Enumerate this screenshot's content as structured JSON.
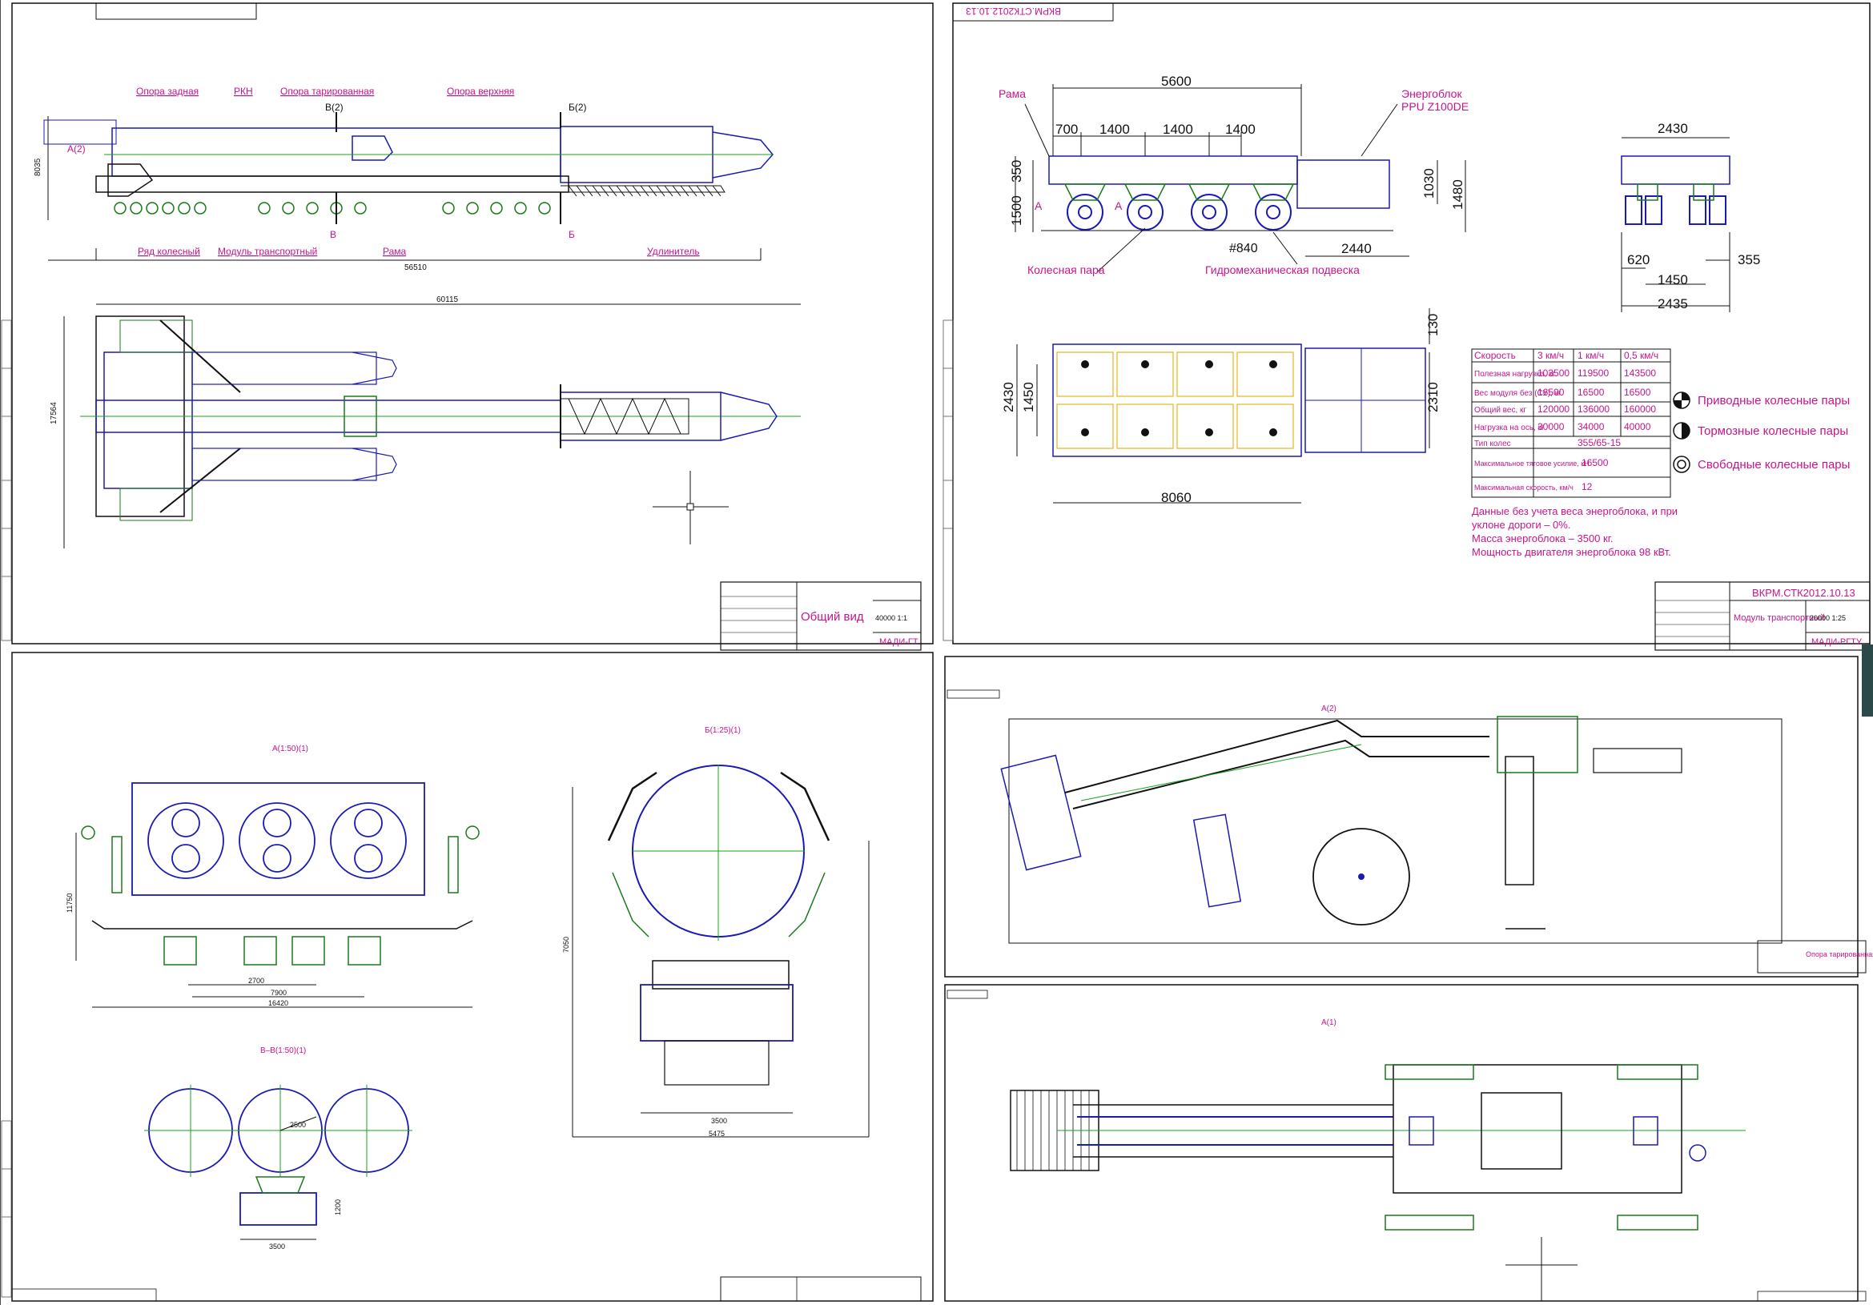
{
  "sheets": {
    "general": {
      "labels": {
        "rear_support": "Опора задная",
        "rkn": "РКН",
        "tared_support": "Опора тарированная",
        "upper_support": "Опора верхняя",
        "wheel_row": "Ряд колесный",
        "transport_module": "Модуль транспортный",
        "frame": "Рама",
        "extender": "Удлинитель",
        "section_a": "А(2)",
        "section_b1": "Б(2)",
        "section_v1": "В(2)",
        "mark_v": "В",
        "mark_b": "Б"
      },
      "dims": {
        "length": "56510",
        "height": "8035",
        "total_length": "60115",
        "width": "17564"
      },
      "title_block": {
        "name": "Общий вид",
        "org": "МАДИ-ГТ",
        "scale": "40000 1:1"
      }
    },
    "module": {
      "doc_id": "ВКРМ.СТК2012.10.13",
      "labels": {
        "frame": "Рама",
        "powerpack": "Энергоблок",
        "powerpack_model": "PPU Z100DE",
        "wheel_pair": "Колесная пара",
        "suspension": "Гидромеханическая подвеска",
        "mark_a1": "А",
        "mark_a2": "А",
        "diameter": "#840"
      },
      "dims": {
        "overall": "5600",
        "d700": "700",
        "d1400a": "1400",
        "d1400b": "1400",
        "d1400c": "1400",
        "h1500": "1500",
        "h350": "350",
        "h1030": "1030",
        "h1480": "1480",
        "d2440": "2440",
        "w2430": "2430",
        "w620": "620",
        "w355": "355",
        "w1450": "1450",
        "w2435": "2435",
        "plan_w2430": "2430",
        "plan_w1450": "1450",
        "plan_len": "8060",
        "plan_130": "130",
        "plan_2310": "2310"
      },
      "table": {
        "header": [
          "Скорость",
          "3 км/ч",
          "1 км/ч",
          "0,5 км/ч"
        ],
        "rows": [
          [
            "Полезная нагрузка, кг",
            "103500",
            "119500",
            "143500"
          ],
          [
            "Вес модуля без (СУ), кг",
            "16500",
            "16500",
            "16500"
          ],
          [
            "Общий вес, кг",
            "120000",
            "136000",
            "160000"
          ],
          [
            "Нагрузка на ось, кг",
            "30000",
            "34000",
            "40000"
          ]
        ],
        "tire_label": "Тип колес",
        "tire_value": "355/65-15",
        "traction_label": "Максимальное тяговое усилие, кН",
        "traction_value": "16500",
        "speed_label": "Максимальная скорость, км/ч",
        "speed_value": "12"
      },
      "legend": {
        "drive": "Приводные колесные пары",
        "brake": "Тормозные колесные пары",
        "free": "Свободные колесные пары"
      },
      "notes": [
        "Данные без учета веса энергоблока, и при",
        "уклоне дороги – 0%.",
        "Масса энергоблока – 3500 кг.",
        "Мощность двигателя энергоблока 98 кВт."
      ],
      "title_block": {
        "doc": "ВКРМ.СТК2012.10.13",
        "name": "Модуль транспортный",
        "scale": "20000 1:25",
        "org": "МАДИ-РГТУ"
      }
    },
    "sections": {
      "a": "А(1:50)(1)",
      "b": "Б(1:25)(1)",
      "v": "В–В(1:50)(1)",
      "dims": {
        "h11750": "11750",
        "d2700": "2700",
        "d7900": "7900",
        "d16420": "16420",
        "h7050": "7050",
        "d3500": "3500",
        "d5475": "5475",
        "r2500": "2500",
        "d3500b": "3500",
        "h1200": "1200"
      }
    },
    "support": {
      "view_title": "А(2)",
      "title": "Опора тарированная"
    },
    "top_view": {
      "view_title": "А(1)"
    }
  }
}
